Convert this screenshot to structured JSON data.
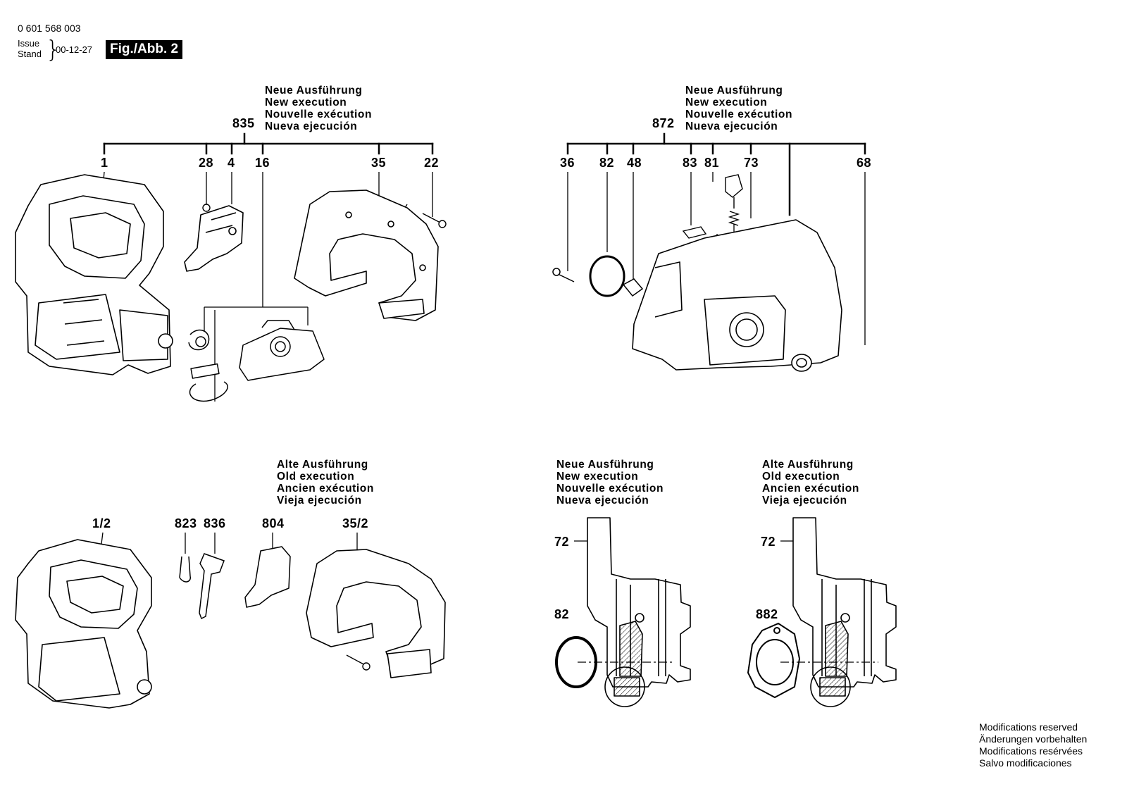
{
  "header": {
    "part_number": "0 601 568 003",
    "issue_label": "Issue",
    "stand_label": "Stand",
    "issue_date": "00-12-27",
    "figure_title": "Fig./Abb. 2"
  },
  "groups": {
    "new_top_left": {
      "group_number": "835",
      "caption": [
        "Neue Ausführung",
        "New execution",
        "Nouvelle exécution",
        "Nueva ejecución"
      ],
      "callouts": [
        "1",
        "28",
        "4",
        "16",
        "35",
        "22"
      ]
    },
    "new_top_right": {
      "group_number": "872",
      "caption": [
        "Neue Ausführung",
        "New execution",
        "Nouvelle exécution",
        "Nueva ejecución"
      ],
      "callouts": [
        "36",
        "82",
        "48",
        "83",
        "81",
        "73",
        "68"
      ]
    },
    "old_bottom_left": {
      "caption": [
        "Alte Ausführung",
        "Old execution",
        "Ancien exécution",
        "Vieja ejecución"
      ],
      "callouts": [
        "1/2",
        "823",
        "836",
        "804",
        "35/2"
      ]
    },
    "new_detail": {
      "caption": [
        "Neue Ausführung",
        "New execution",
        "Nouvelle exécution",
        "Nueva ejecución"
      ],
      "callouts": [
        "72",
        "82"
      ]
    },
    "old_detail": {
      "caption": [
        "Alte Ausführung",
        "Old execution",
        "Ancien exécution",
        "Vieja ejecución"
      ],
      "callouts": [
        "72",
        "882"
      ]
    }
  },
  "footer_notes": [
    "Modifications reserved",
    "Änderungen vorbehalten",
    "Modifications resérvées",
    "Salvo modificaciones"
  ]
}
